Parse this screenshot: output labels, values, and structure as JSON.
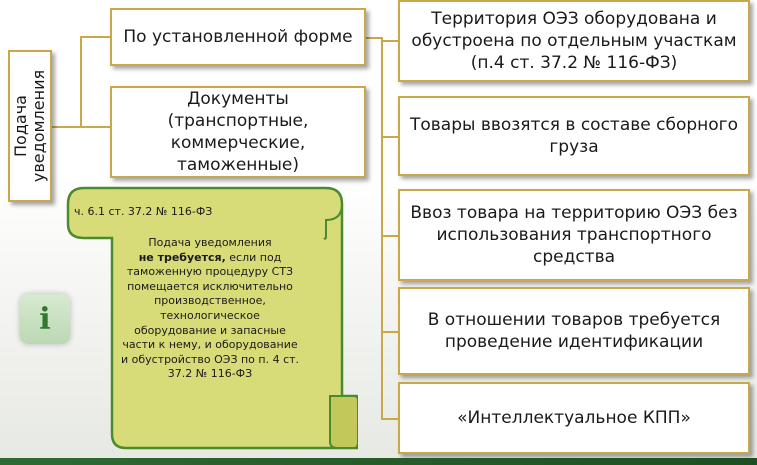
{
  "vertical_label": "Подача\nуведомления",
  "left_boxes": {
    "form": "По установленной форме",
    "documents": "Документы\n(транспортные,\nкоммерческие,\nтаможенные)"
  },
  "right_boxes": [
    "Территория ОЭЗ оборудована и обустроена по отдельным участкам (п.4 ст. 37.2 № 116-ФЗ)",
    "Товары ввозятся в составе сборного груза",
    "Ввоз товара на территорию ОЭЗ без использования транспортного средства",
    "В отношении товаров требуется проведение идентификации",
    "«Интеллектуальное КПП»"
  ],
  "scroll": {
    "reference": "ч. 6.1 ст. 37.2 № 116-ФЗ",
    "text_before": "Подача уведомления",
    "text_bold": "не требуется,",
    "text_after": " если под таможенную процедуру СТЗ помещается исключительно производственное, технологическое оборудование и запасные части к нему, и оборудование и обустройство ОЭЗ по п. 4 ст. 37.2 № 116-ФЗ"
  },
  "info_icon": "i",
  "colors": {
    "border": "#c8a94a",
    "scroll_fill": "#d8dc78",
    "scroll_stroke": "#4b8a2e",
    "bottom_bar": "#2f6a33"
  }
}
